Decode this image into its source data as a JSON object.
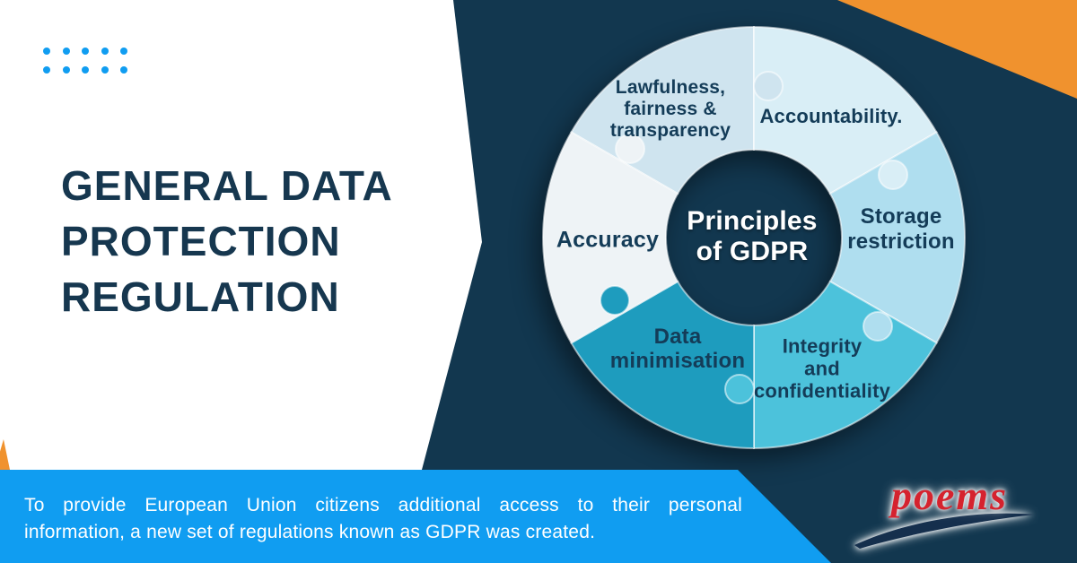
{
  "title": {
    "lines": [
      "GENERAL DATA",
      "PROTECTION",
      "REGULATION"
    ]
  },
  "wheel": {
    "center_label": "Principles\nof GDPR",
    "segments": [
      {
        "id": "lawfulness",
        "label": "Lawfulness,\nfairness &\ntransparency",
        "color": "#CFE4EF"
      },
      {
        "id": "accountability",
        "label": "Accountability.",
        "color": "#D9EEF6"
      },
      {
        "id": "storage",
        "label": "Storage\nrestriction",
        "color": "#AFDEEF"
      },
      {
        "id": "integrity",
        "label": "Integrity\nand\nconfidentiality",
        "color": "#4CC2DB"
      },
      {
        "id": "data-minimisation",
        "label": "Data\nminimisation",
        "color": "#1E9CBE"
      },
      {
        "id": "accuracy",
        "label": "Accuracy",
        "color": "#EEF3F6"
      }
    ]
  },
  "footer": {
    "line1": "To provide European Union citizens additional access to their personal",
    "line2": "information, a new set of regulations known as GDPR was created."
  },
  "logo": {
    "text": "poems"
  },
  "colors": {
    "background_navy": "#12374F",
    "panel_white": "#FFFFFF",
    "accent_orange": "#F0922E",
    "accent_azure": "#109DF1",
    "label_navy": "#143C58",
    "logo_red": "#D5232E"
  }
}
